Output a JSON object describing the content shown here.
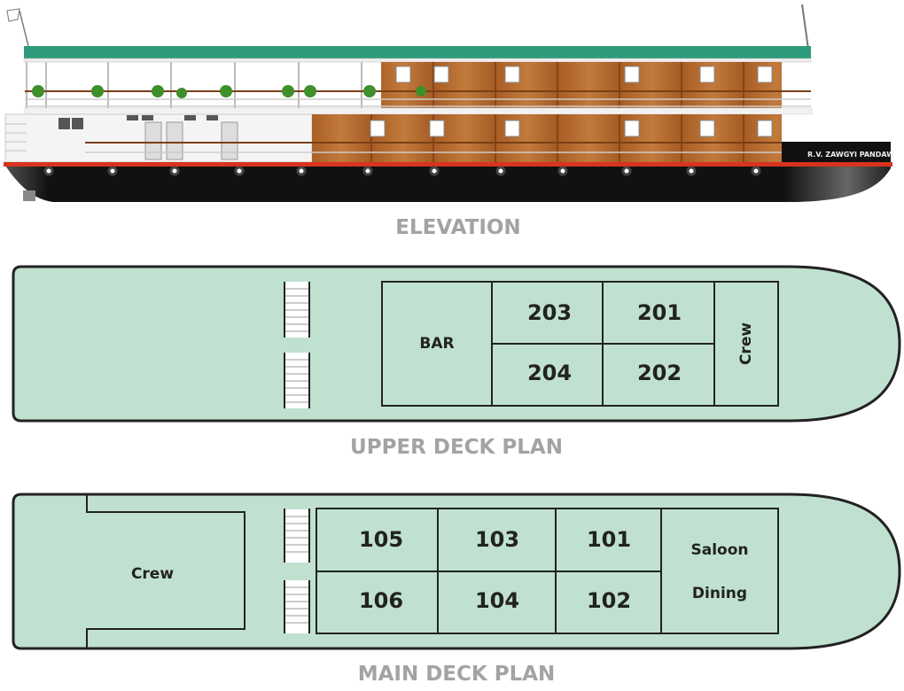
{
  "colors": {
    "deck_fill": "#c0e1d0",
    "roof": "#2e9c7c",
    "hull": "#111111",
    "stripe": "#d9331f",
    "wood": "#b0652a",
    "title": "#a3a3a3"
  },
  "elevation": {
    "title": "ELEVATION",
    "ship_name": "R.V. ZAWGYI PANDAW"
  },
  "upper_deck": {
    "title": "UPPER DECK PLAN",
    "bar": "BAR",
    "cabins": [
      "203",
      "201",
      "204",
      "202"
    ],
    "crew": "Crew"
  },
  "main_deck": {
    "title": "MAIN DECK PLAN",
    "crew": "Crew",
    "cabins": [
      "105",
      "103",
      "101",
      "106",
      "104",
      "102"
    ],
    "saloon": "Saloon",
    "dining": "Dining"
  }
}
